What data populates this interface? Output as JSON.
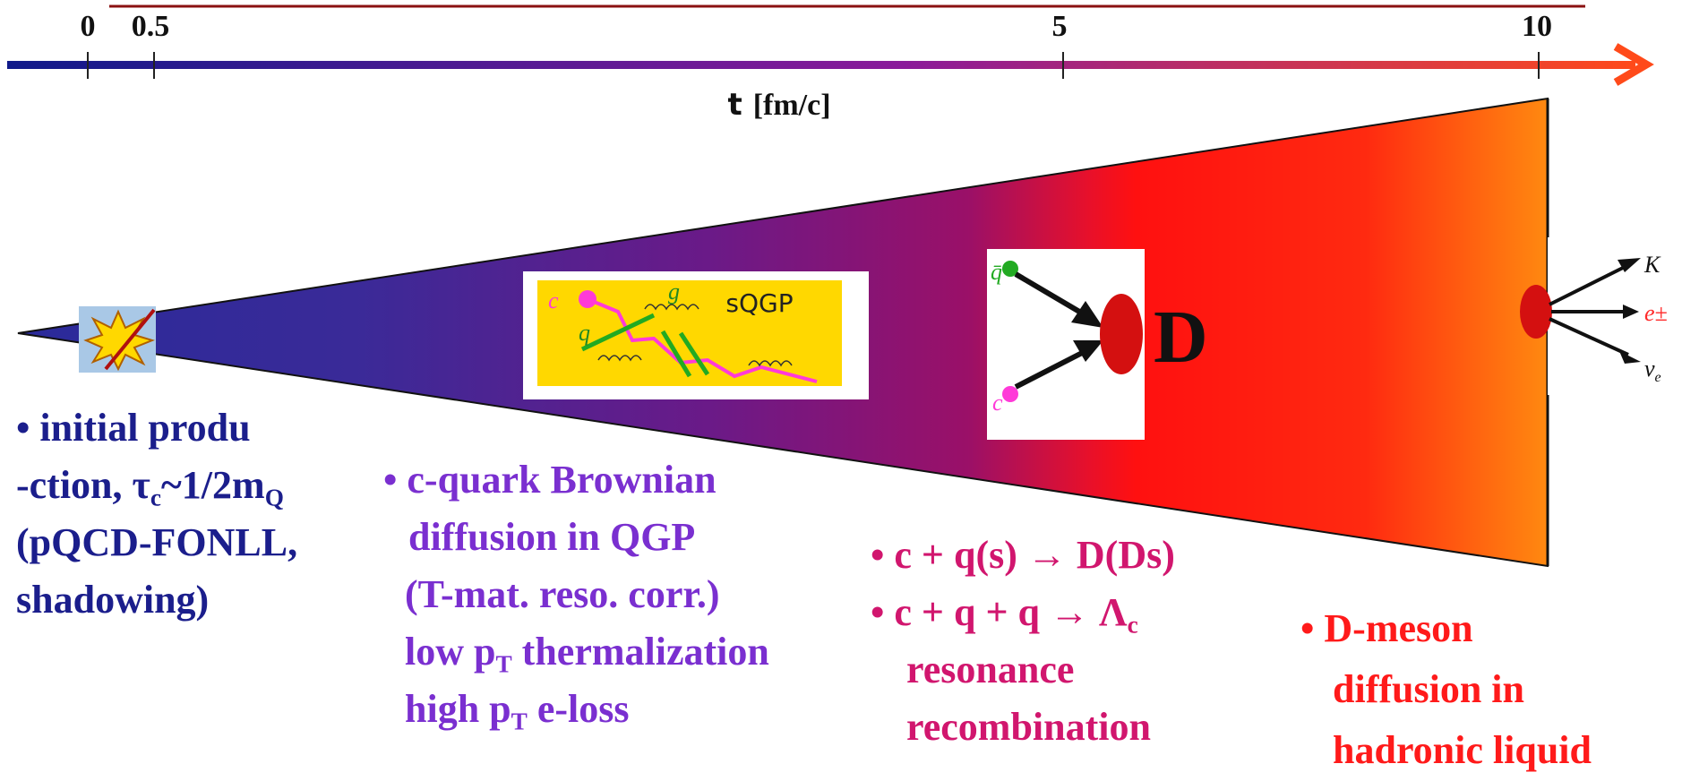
{
  "axis": {
    "ticks": [
      "0",
      "0.5",
      "5",
      "10"
    ],
    "title_symbol": "t",
    "title_unit": "[fm/c]",
    "colors": {
      "start": "#101a8a",
      "mid": "#8a1a9a",
      "end": "#ff4a1a",
      "top_bar": "#8a1010"
    }
  },
  "cone": {
    "colors": {
      "tip": "#2a2aa0",
      "mid": "#7a1a80",
      "red": "#ff1010",
      "end": "#ff8a10"
    }
  },
  "qgp_box": {
    "label": "sQGP",
    "quark_c": "c",
    "quark_q": "q",
    "gluon_g": "g",
    "bg": "#ffd800"
  },
  "d_box": {
    "qbar": "q̄",
    "c": "c",
    "meson": "D"
  },
  "decay": {
    "K": "K",
    "e": "e±",
    "nu": "ν",
    "nu_sub": "e"
  },
  "text_blocks": {
    "initial": {
      "lines": [
        "• initial produ",
        "-ction, τ",
        "(pQCD-FONLL,",
        "shadowing)"
      ],
      "tau_sub": "c",
      "tau_rest": "~1/2m",
      "mQ_sub": "Q"
    },
    "brownian": {
      "line1": "• c-quark Brownian",
      "line2": "diffusion  in QGP",
      "line3": "(T-mat. reso. corr.)",
      "line4_a": "low p",
      "line4_sub": "T",
      "line4_b": " thermalization",
      "line5_a": "high p",
      "line5_sub": "T",
      "line5_b": " e-loss"
    },
    "recomb": {
      "line1": "• c + q(s) → D(Ds)",
      "line2_a": "• c + q + q → Λ",
      "line2_sub": "c",
      "line3": "resonance",
      "line4": "recombination"
    },
    "dmeson": {
      "line1": "• D-meson",
      "line2": "diffusion in",
      "line3": "hadronic liquid"
    }
  }
}
